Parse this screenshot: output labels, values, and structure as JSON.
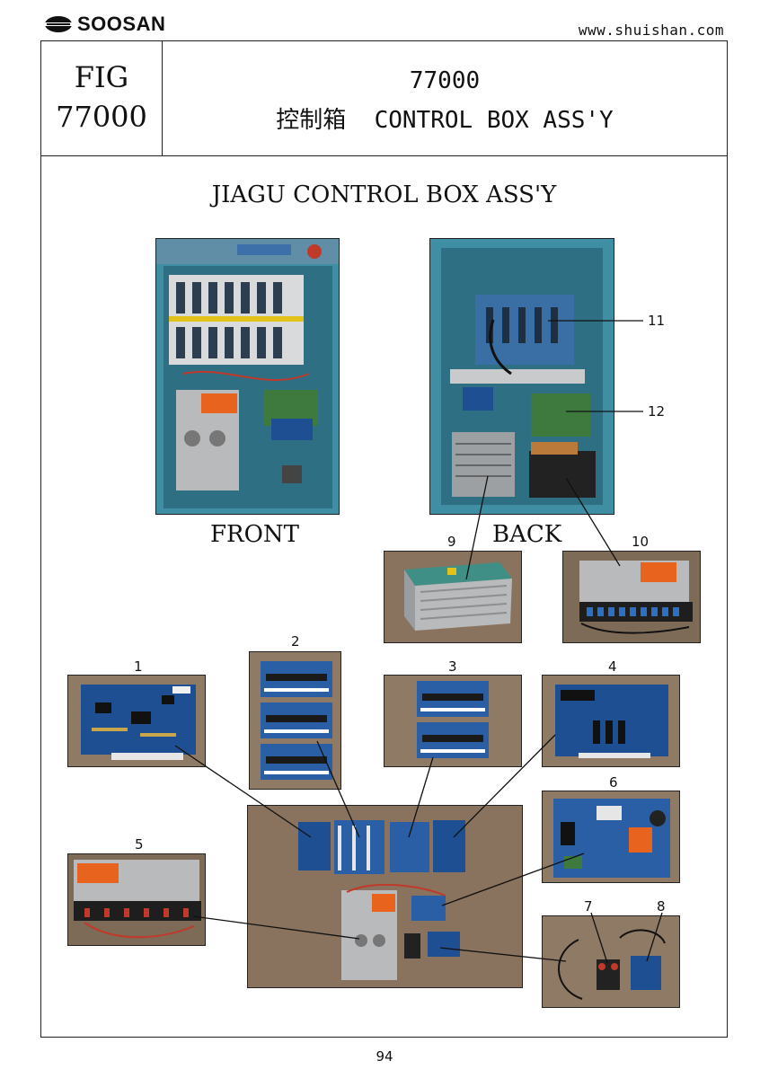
{
  "header": {
    "brand": "SOOSAN",
    "website": "www.shuishan.com"
  },
  "fig_box": {
    "line1": "FIG",
    "line2": "77000"
  },
  "title_box": {
    "code": "77000",
    "name": "控制箱  CONTROL BOX ASS'Y"
  },
  "section_title": "JIAGU CONTROL BOX ASS'Y",
  "views": {
    "front": "FRONT",
    "back": "BACK"
  },
  "callouts": {
    "c1": "1",
    "c2": "2",
    "c3": "3",
    "c4": "4",
    "c5": "5",
    "c6": "6",
    "c7": "7",
    "c8": "8",
    "c9": "9",
    "c10": "10",
    "c11": "11",
    "c12": "12"
  },
  "page_number": "94",
  "colors": {
    "cabinet_blue": "#3f8ea3",
    "board_blue": "#1f4f93",
    "board_green": "#3e7a3e",
    "warning_orange": "#e8631e",
    "metal_gray": "#b8babb",
    "floor_brown": "#8a735e"
  }
}
